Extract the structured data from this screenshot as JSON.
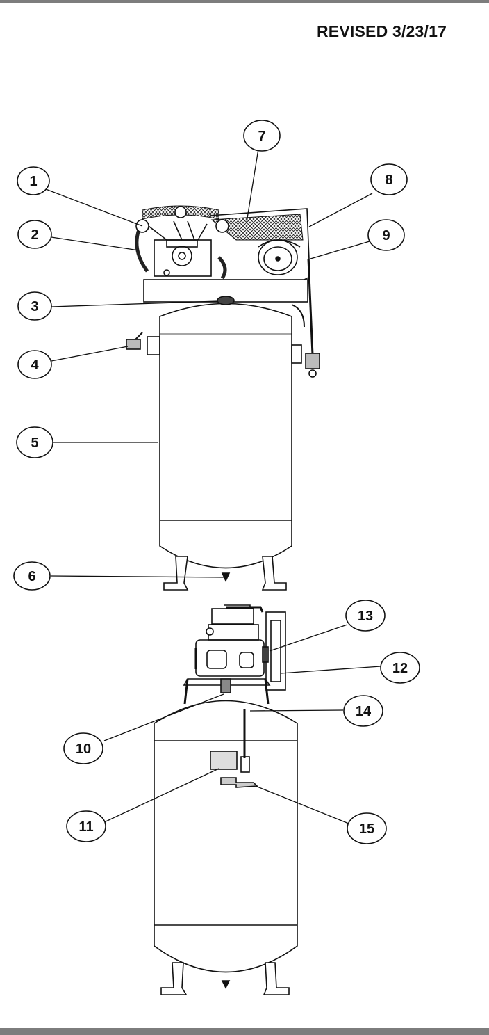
{
  "header": {
    "revised": "REVISED 3/23/17"
  },
  "callouts": [
    "1",
    "2",
    "3",
    "4",
    "5",
    "6",
    "7",
    "8",
    "9",
    "10",
    "11",
    "12",
    "13",
    "14",
    "15"
  ]
}
